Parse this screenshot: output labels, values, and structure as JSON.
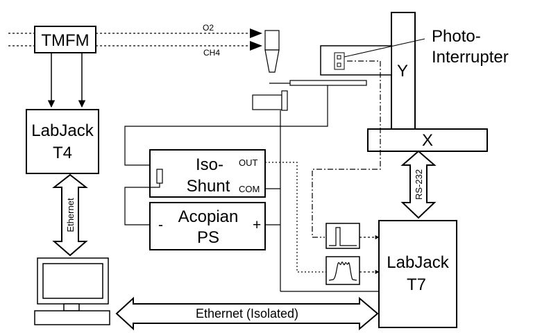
{
  "diagram": {
    "tmfm": "TMFM",
    "gas_o2": "O2",
    "gas_ch4": "CH4",
    "photo_line1": "Photo-",
    "photo_line2": "Interrupter",
    "axis_y": "Y",
    "axis_x": "X",
    "rs232": "RS-232",
    "t4_line1": "LabJack",
    "t4_line2": "T4",
    "ethernet_vertical": "Ethernet",
    "iso_line1": "Iso-",
    "iso_line2": "Shunt",
    "iso_out": "OUT",
    "iso_com": "COM",
    "acopian_line1": "Acopian",
    "acopian_line2": "PS",
    "minus": "-",
    "plus": "+",
    "t7_line1": "LabJack",
    "t7_line2": "T7",
    "ethernet_isolated": "Ethernet (Isolated)"
  },
  "colors": {
    "stroke": "#000000",
    "background": "#ffffff"
  }
}
